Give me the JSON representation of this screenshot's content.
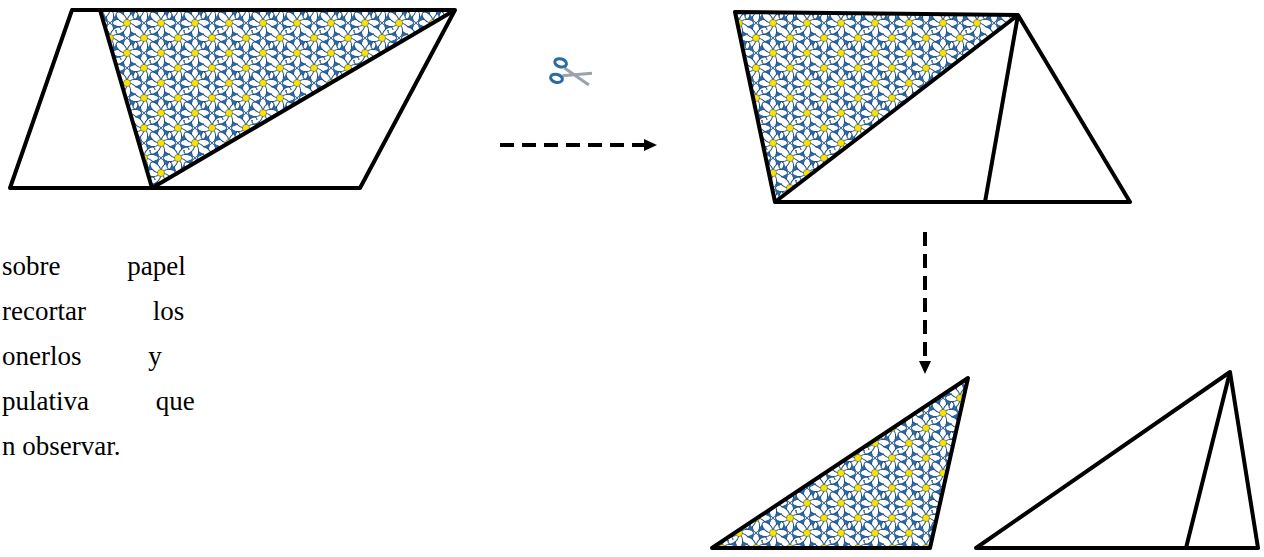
{
  "diagram": {
    "labels": [
      "sobre papel",
      "recortar los",
      "onerlos y",
      "pulativa que",
      "n observar."
    ]
  }
}
